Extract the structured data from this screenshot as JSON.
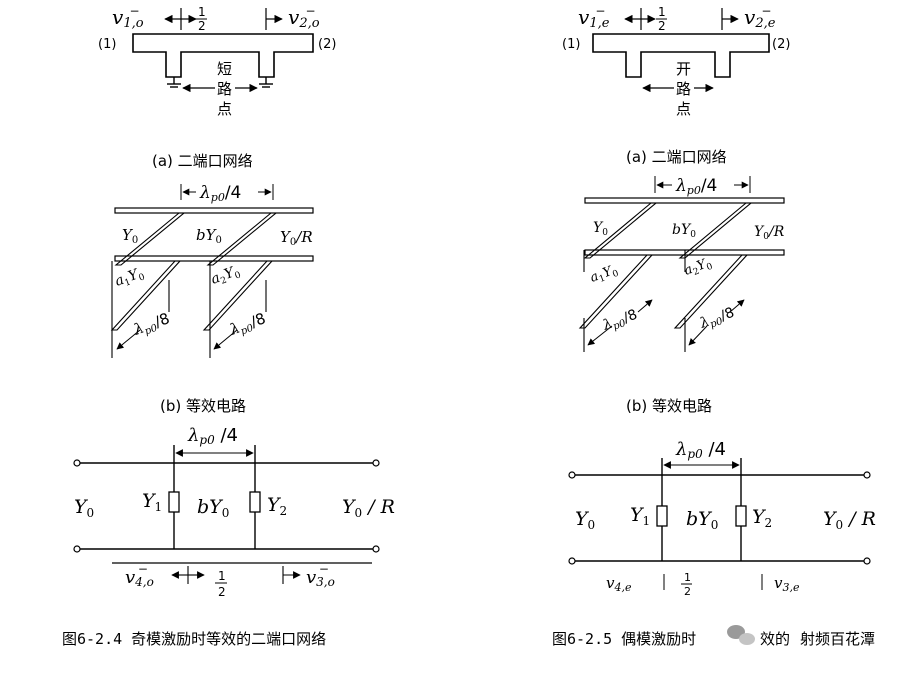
{
  "odd": {
    "a": {
      "v1": "v",
      "v1_sub": "1,o",
      "v1_sup": "−",
      "half": "1",
      "half_den": "2",
      "v2": "v",
      "v2_sub": "2,o",
      "v2_sup": "−",
      "port1": "(1)",
      "port2": "(2)",
      "stub": [
        "短",
        "路",
        "点"
      ],
      "caption": "(a)  二端口网络"
    },
    "b": {
      "top_len": "λ",
      "top_len_sub": "p0",
      "top_len_den": "/4",
      "y0": "Y",
      "y0_sub": "0",
      "by0": "bY",
      "by0_sub": "0",
      "y0r": "Y",
      "y0r_sub": "0",
      "y0r_tail": "/R",
      "a1": "a",
      "a1_sub": "1",
      "a1_y": "Y",
      "a1_ysub": "0",
      "a2": "a",
      "a2_sub": "2",
      "a2_y": "Y",
      "a2_ysub": "0",
      "stub_len": "λ",
      "stub_len_sub": "p0",
      "stub_len_den": "/8",
      "caption": "(b)  等效电路"
    },
    "c": {
      "top_len": "λ",
      "top_len_sub": "p0",
      "top_len_den": " /4",
      "y0": "Y",
      "y0_sub": "0",
      "y1": "Y",
      "y1_sub": "1",
      "by0": "bY",
      "by0_sub": "0",
      "y2": "Y",
      "y2_sub": "2",
      "y0r": "Y",
      "y0r_sub": "0",
      "y0r_tail": " / R",
      "v4": "v",
      "v4_sub": "4,o",
      "v4_sup": "−",
      "half": "1",
      "half_den": "2",
      "v3": "v",
      "v3_sub": "3,o",
      "v3_sup": "−"
    },
    "figure_caption": "图6-2.4  奇模激励时等效的二端口网络"
  },
  "even": {
    "a": {
      "v1": "v",
      "v1_sub": "1,e",
      "v1_sup": "−",
      "half": "1",
      "half_den": "2",
      "v2": "v",
      "v2_sub": "2,e",
      "v2_sup": "−",
      "port1": "(1)",
      "port2": "(2)",
      "stub": [
        "开",
        "路",
        "点"
      ],
      "caption": "(a)  二端口网络"
    },
    "b": {
      "top_len": "λ",
      "top_len_sub": "p0",
      "top_len_den": "/4",
      "y0": "Y",
      "y0_sub": "0",
      "by0": "bY",
      "by0_sub": "0",
      "y0r": "Y",
      "y0r_sub": "0",
      "y0r_tail": "/R",
      "a1": "a",
      "a1_sub": "1",
      "a1_y": "Y",
      "a1_ysub": "0",
      "a2": "a",
      "a2_sub": "2",
      "a2_y": "Y",
      "a2_ysub": "0",
      "stub_len": "λ",
      "stub_len_sub": "p0",
      "stub_len_den": "/8",
      "caption": "(b) 等效电路"
    },
    "c": {
      "top_len": "λ",
      "top_len_sub": "p0",
      "top_len_den": " /4",
      "y0": "Y",
      "y0_sub": "0",
      "y1": "Y",
      "y1_sub": "1",
      "by0": "bY",
      "by0_sub": "0",
      "y2": "Y",
      "y2_sub": "2",
      "y0r": "Y",
      "y0r_sub": "0",
      "y0r_tail": " / R",
      "v4": "v",
      "v4_sub": "4,e",
      "half": "1",
      "half_den": "2",
      "v3": "v",
      "v3_sub": "3,e"
    },
    "figure_caption": "图6-2.5  偶模激励时",
    "figure_caption_tail": "效的",
    "watermark": "射频百花潭"
  }
}
